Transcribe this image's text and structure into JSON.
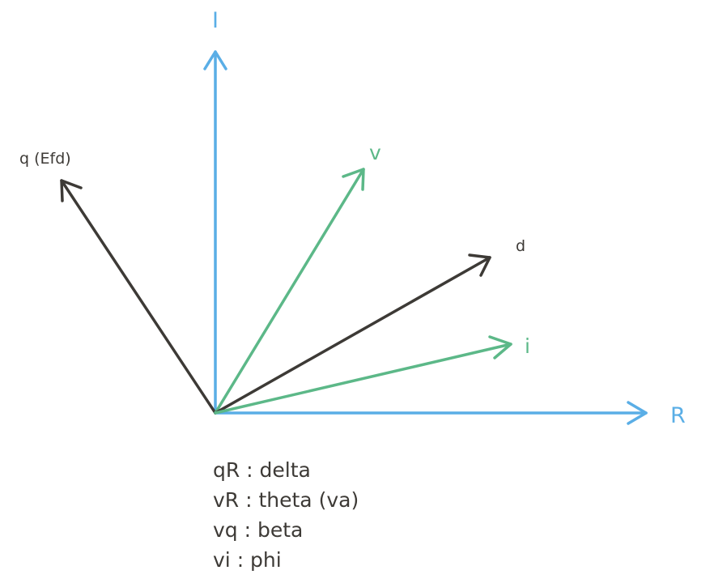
{
  "axes": {
    "real_label": "R",
    "imag_label": "I",
    "color": "#5aaee6"
  },
  "vectors": {
    "q": {
      "label": "q (Efd)",
      "color": "#3d3a36"
    },
    "v": {
      "label": "v",
      "color": "#5cb888"
    },
    "d": {
      "label": "d",
      "color": "#3d3a36"
    },
    "i": {
      "label": "i",
      "color": "#5cb888"
    }
  },
  "legend": [
    "qR : delta",
    "vR : theta (va)",
    "vq : beta",
    "vi : phi"
  ]
}
